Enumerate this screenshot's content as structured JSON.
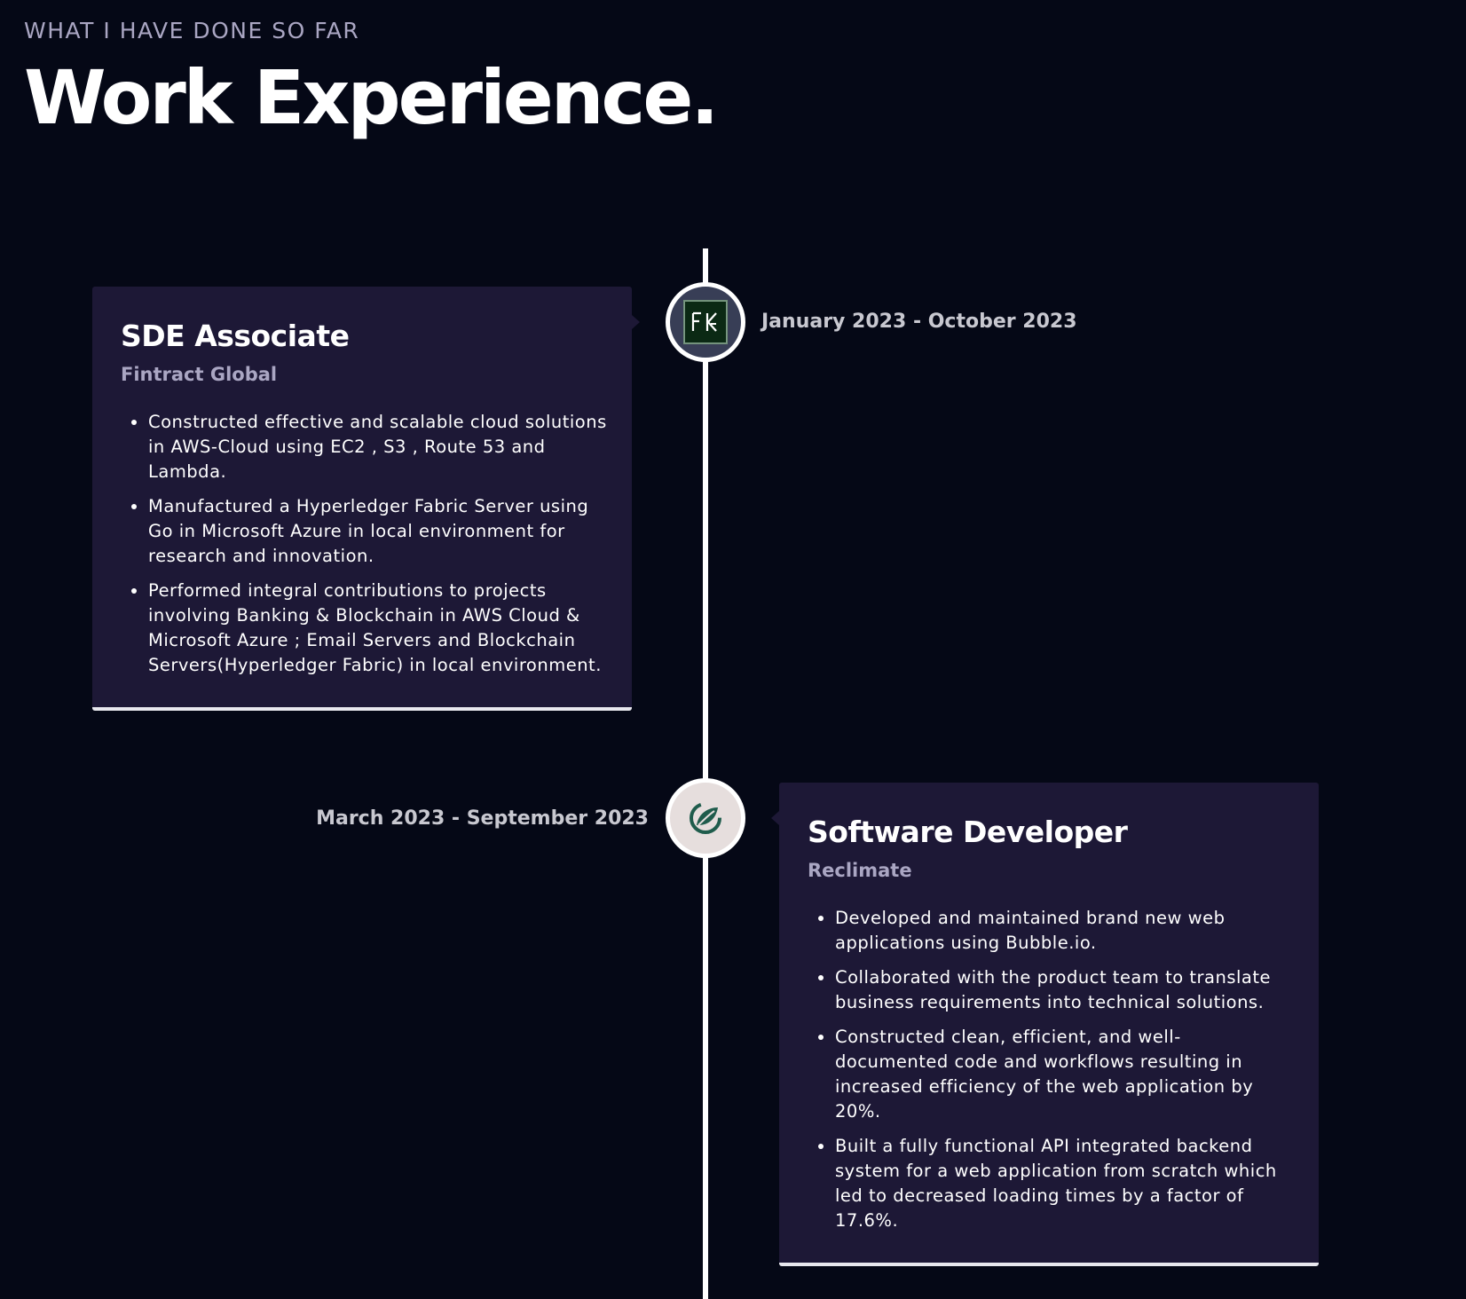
{
  "header": {
    "eyebrow": "WHAT I HAVE DONE SO FAR",
    "title": "Work Experience."
  },
  "experiences": [
    {
      "title": "SDE Associate",
      "company": "Fintract Global",
      "date": "January 2023 - October 2023",
      "icon": "fintract-logo-icon",
      "icon_bg": "#383e56",
      "points": [
        "Constructed effective and scalable cloud solutions in AWS-Cloud using EC2 , S3 , Route 53 and Lambda.",
        "Manufactured a Hyperledger Fabric Server using Go in Microsoft Azure in local environment for research and innovation.",
        "Performed integral contributions to projects involving Banking & Blockchain in AWS Cloud & Microsoft Azure ; Email Servers and Blockchain Servers(Hyperledger Fabric) in local environment."
      ]
    },
    {
      "title": "Software Developer",
      "company": "Reclimate",
      "date": "March 2023 - September 2023",
      "icon": "reclimate-leaf-icon",
      "icon_bg": "#e6dedd",
      "points": [
        "Developed and maintained brand new web applications using Bubble.io.",
        "Collaborated with the product team to translate business requirements into technical solutions.",
        "Constructed clean, efficient, and well-documented code and workflows resulting in increased efficiency of the web application by 20%.",
        "Built a fully functional API integrated backend system for a web application from scratch which led to decreased loading times by a factor of 17.6%."
      ]
    }
  ],
  "colors": {
    "background": "#050816",
    "card": "#1d1836",
    "secondary_text": "#aaa6c3",
    "timeline": "#ffffff"
  }
}
